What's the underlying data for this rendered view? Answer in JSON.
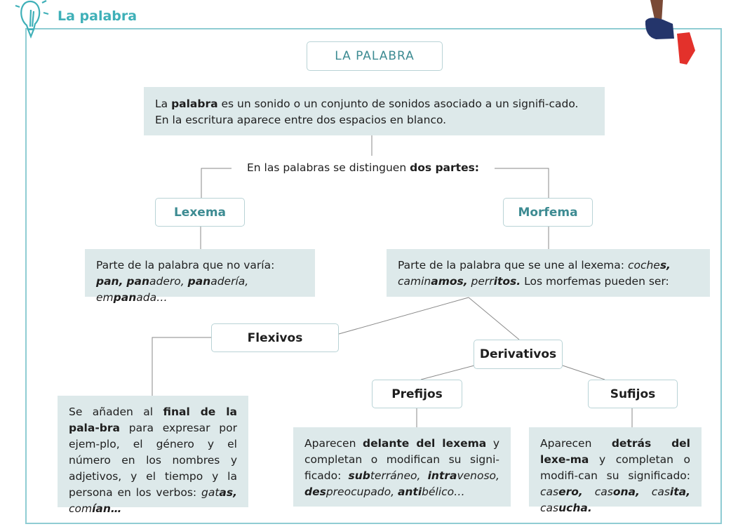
{
  "header": {
    "title": "La palabra"
  },
  "colors": {
    "accent": "#3fb0b8",
    "box_bg": "#dde9ea",
    "heading": "#3d8b92"
  },
  "nodes": {
    "root": "LA PALABRA",
    "lexema": "Lexema",
    "morfema": "Morfema",
    "flexivos": "Flexivos",
    "derivativos": "Derivativos",
    "prefijos": "Prefijos",
    "sufijos": "Sufijos"
  },
  "connector_text": [
    [
      "En las palabras se distinguen ",
      ""
    ],
    [
      "dos partes:",
      "b"
    ]
  ],
  "definitions": {
    "palabra": [
      [
        "La ",
        ""
      ],
      [
        "palabra",
        "b"
      ],
      [
        " es un sonido o un conjunto de sonidos asociado a un signifi-cado. En la escritura aparece entre dos espacios en blanco.",
        ""
      ]
    ],
    "lexema": [
      [
        "Parte de la palabra que no varía: ",
        ""
      ],
      [
        "pan,",
        "bi"
      ],
      [
        " ",
        ""
      ],
      [
        "pan",
        "bi"
      ],
      [
        "adero, ",
        "i"
      ],
      [
        "pan",
        "bi"
      ],
      [
        "adería, em",
        "i"
      ],
      [
        "pan",
        "bi"
      ],
      [
        "ada…",
        "i"
      ]
    ],
    "morfema": [
      [
        "Parte de la palabra que se une al lexema: ",
        ""
      ],
      [
        "coche",
        "i"
      ],
      [
        "s,",
        "bi"
      ],
      [
        " camin",
        "i"
      ],
      [
        "amos,",
        "bi"
      ],
      [
        " perr",
        "i"
      ],
      [
        "itos.",
        "bi"
      ],
      [
        " Los morfemas pueden ser:",
        ""
      ]
    ],
    "flexivos": [
      [
        "Se añaden al ",
        ""
      ],
      [
        "final de la pala-bra",
        "b"
      ],
      [
        " para expresar por ejem-plo, el género y el número en los nombres y adjetivos, y el tiempo y la persona en los verbos: ",
        ""
      ],
      [
        "gat",
        "i"
      ],
      [
        "as,",
        "bi"
      ],
      [
        " com",
        "i"
      ],
      [
        "ían…",
        "bi"
      ]
    ],
    "prefijos": [
      [
        "Aparecen ",
        ""
      ],
      [
        "delante del lexema",
        "b"
      ],
      [
        " y completan o modifican su signi-ficado: ",
        ""
      ],
      [
        "sub",
        "bi"
      ],
      [
        "terráneo, ",
        "i"
      ],
      [
        "intra",
        "bi"
      ],
      [
        "venoso, ",
        "i"
      ],
      [
        "des",
        "bi"
      ],
      [
        "preocupado, ",
        "i"
      ],
      [
        "anti",
        "bi"
      ],
      [
        "bélico…",
        "i"
      ]
    ],
    "sufijos": [
      [
        "Aparecen ",
        ""
      ],
      [
        "detrás del lexe-ma",
        "b"
      ],
      [
        " y completan o modifi-can su significado: ",
        ""
      ],
      [
        "cas",
        "i"
      ],
      [
        "ero,",
        "bi"
      ],
      [
        " cas",
        "i"
      ],
      [
        "ona,",
        "bi"
      ],
      [
        " cas",
        "i"
      ],
      [
        "ita,",
        "bi"
      ],
      [
        " cas",
        "i"
      ],
      [
        "ucha.",
        "bi"
      ]
    ]
  }
}
